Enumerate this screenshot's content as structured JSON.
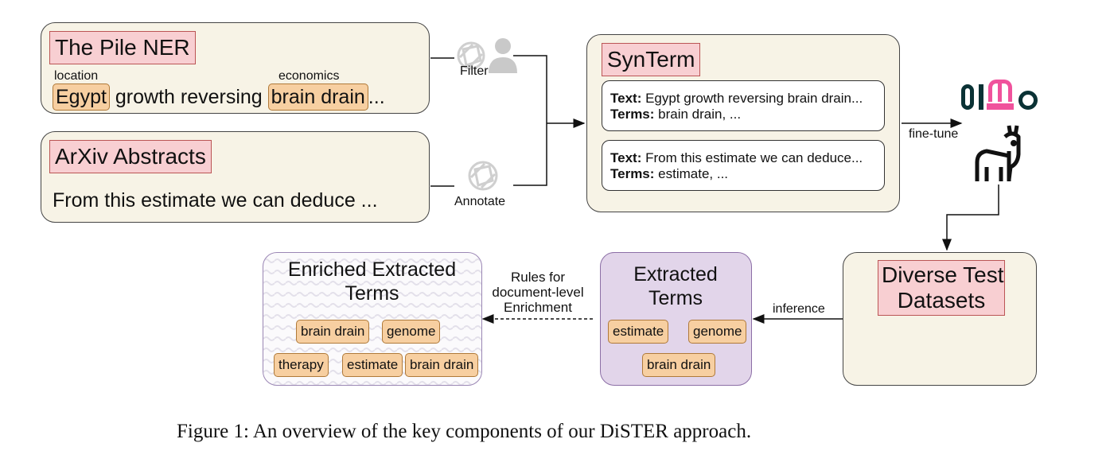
{
  "pile": {
    "title": "The Pile NER",
    "label_location": "location",
    "label_economics": "economics",
    "entity1": "Egypt",
    "middle_text": "growth reversing",
    "entity2": "brain drain",
    "ellipsis": "..."
  },
  "arxiv": {
    "title": "ArXiv Abstracts",
    "text": "From this estimate we can deduce ..."
  },
  "filter_label": "Filter",
  "annotate_label": "Annotate",
  "synterm": {
    "title": "SynTerm",
    "samples": [
      {
        "text_key": "Text:",
        "text": " Egypt growth reversing brain drain...",
        "terms_key": "Terms:",
        "terms": " brain drain, ..."
      },
      {
        "text_key": "Text:",
        "text": " From this estimate we can deduce...",
        "terms_key": "Terms:",
        "terms": " estimate, ..."
      }
    ]
  },
  "finetune_label": "fine-tune",
  "olmo_logo": "OLMo",
  "test": {
    "title_line1": "Diverse Test",
    "title_line2": "Datasets"
  },
  "inference_label": "inference",
  "extracted": {
    "title_line1": "Extracted",
    "title_line2": "Terms",
    "tags": [
      "estimate",
      "genome",
      "brain drain"
    ]
  },
  "rules": {
    "line1": "Rules for",
    "line2": "document-level",
    "line3": "Enrichment"
  },
  "enriched": {
    "title_line1": "Enriched Extracted",
    "title_line2": "Terms",
    "tags": [
      "brain drain",
      "genome",
      "therapy",
      "estimate",
      "brain drain"
    ]
  },
  "caption": "Figure 1: An overview of the key components of our DiSTER approach.",
  "colors": {
    "box_fill": "#f7f3e6",
    "title_fill": "#f8cfd2",
    "tag_fill": "#f7cfa1",
    "extracted_fill": "#e2d5ea",
    "olmo_dark": "#0a3235",
    "olmo_pink": "#f0529c"
  }
}
